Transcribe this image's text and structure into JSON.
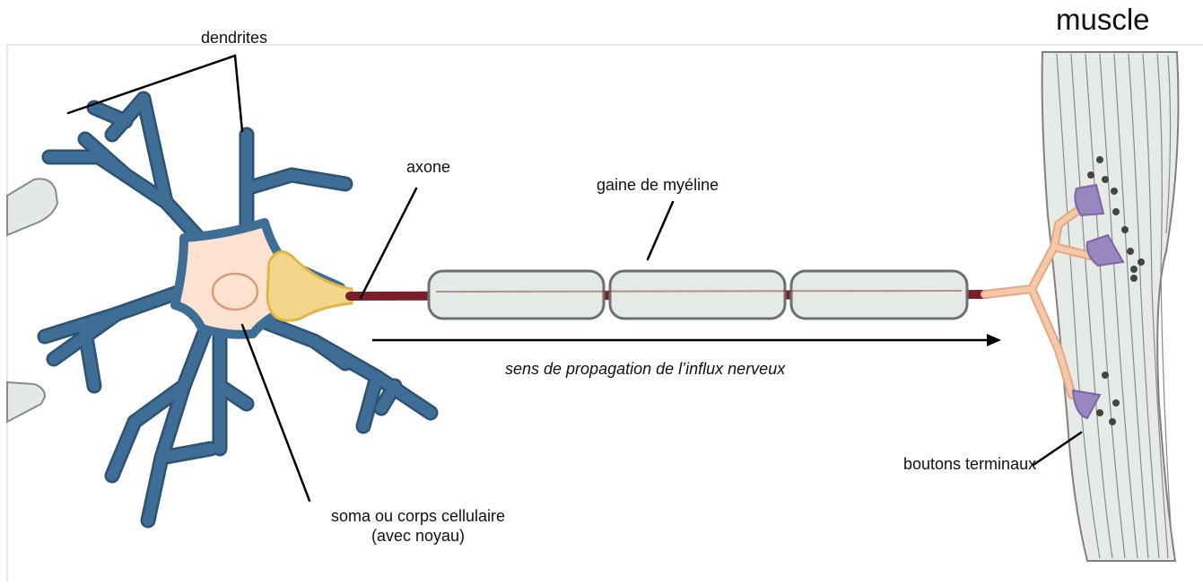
{
  "labels": {
    "muscle": "muscle",
    "dendrites": "dendrites",
    "axone": "axone",
    "myelin": "gaine de myéline",
    "direction": "sens de propagation de l’influx nerveux",
    "terminals": "boutons terminaux",
    "soma_line1": "soma ou corps cellulaire",
    "soma_line2": "(avec noyau)"
  },
  "colors": {
    "dendrite": "#3e6d96",
    "dendrite_edge": "#2d5274",
    "soma": "#fde3cf",
    "axon_hillock": "#f3d68a",
    "axon": "#7a1e2a",
    "myelin_fill": "#e4ebe7",
    "myelin_edge": "#6f6f6f",
    "terminal_branch": "#f4c8a8",
    "bouton": "#9a86bf",
    "muscle_fill": "#e6ebe8",
    "neighbor_cell": "#e4e8e6"
  }
}
